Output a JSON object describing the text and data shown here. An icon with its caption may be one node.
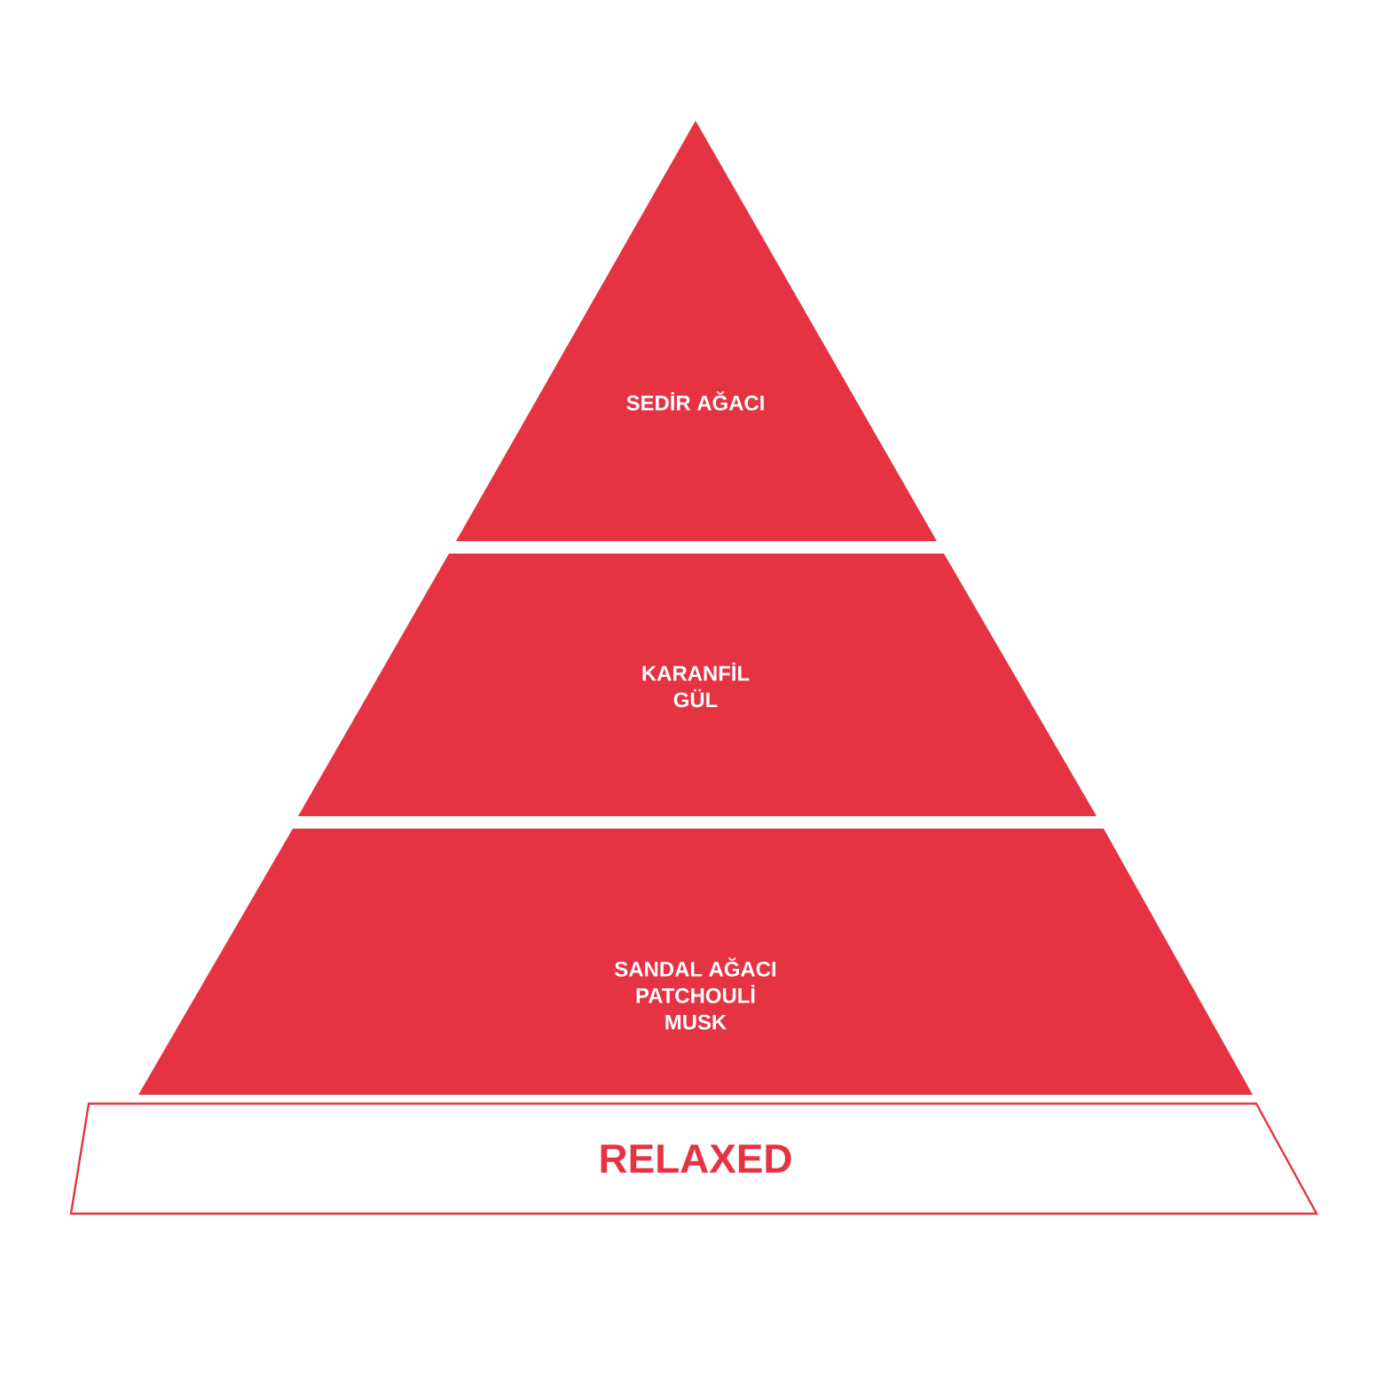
{
  "diagram": {
    "nodes": [
      {
        "text": [
          "SEDİR AĞACI"
        ]
      },
      {
        "text": [
          "KARANFİL",
          "GÜL"
        ]
      },
      {
        "text": [
          "SANDAL AĞACI",
          "PATCHOULİ",
          "MUSK"
        ]
      },
      {
        "text": [
          "RELAXED"
        ]
      }
    ]
  }
}
